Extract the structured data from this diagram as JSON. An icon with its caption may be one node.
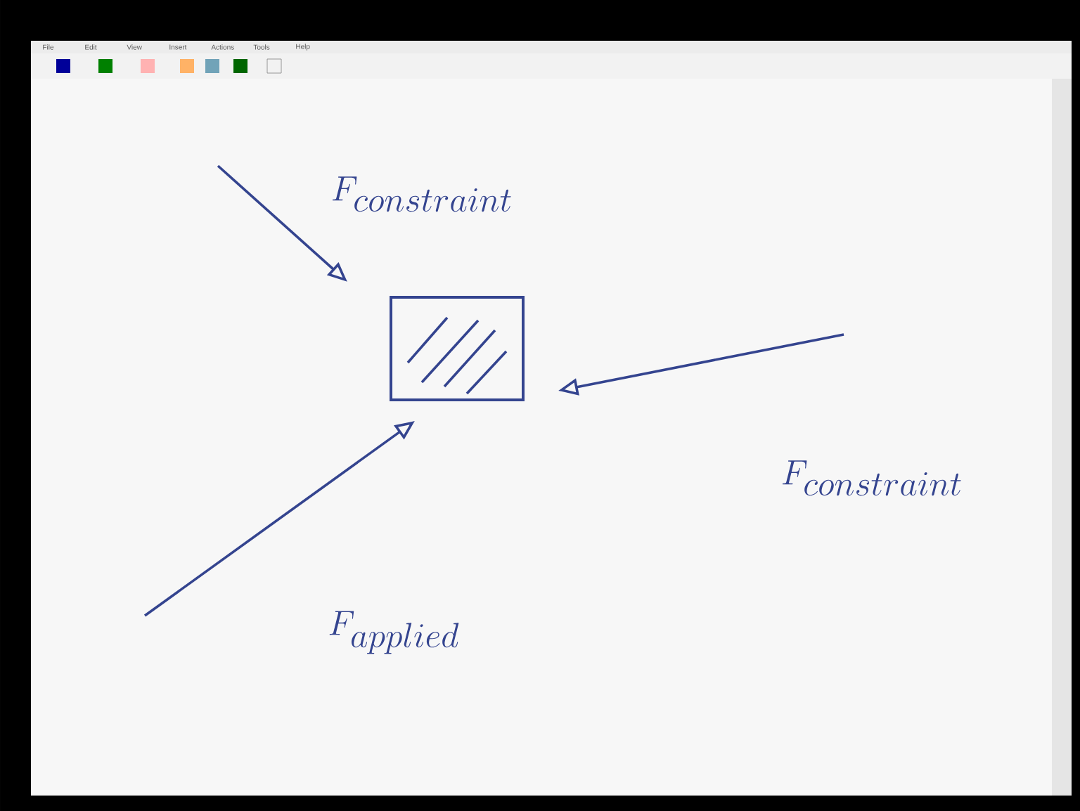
{
  "diagram": {
    "nodes": [
      {
        "text": [],
        "shape": "box"
      }
    ],
    "labels": [
      "File",
      "Edit",
      "View",
      "Insert",
      "Actions",
      "Tools",
      "Help",
      "F_{constraint}",
      "F_{constraint}",
      "F_{applied}"
    ]
  }
}
